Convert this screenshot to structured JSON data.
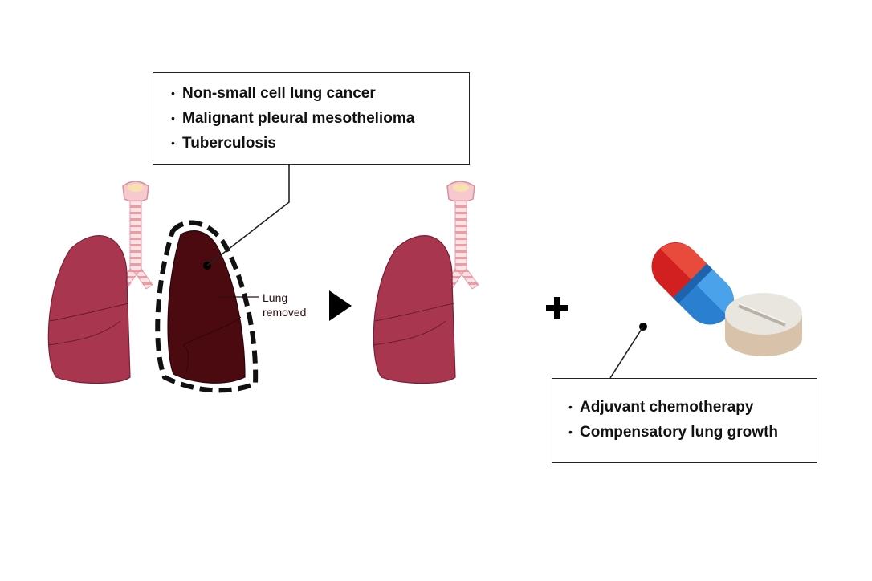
{
  "indications": {
    "items": [
      "Non-small cell lung cancer",
      "Malignant pleural mesothelioma",
      "Tuberculosis"
    ]
  },
  "resection_label": "Lung\nremoved",
  "postoperative": {
    "items": [
      "Adjuvant chemotherapy",
      "Compensatory lung growth"
    ]
  },
  "icons": {
    "arrow": "play-triangle-icon",
    "plus": "plus-icon",
    "capsule": "capsule-icon",
    "tablet": "tablet-icon"
  },
  "colors": {
    "lung": "#a8364f",
    "removed_lung": "#4a0a10",
    "trachea": "#f2b8bf",
    "capsule_red": "#d21f1f",
    "capsule_blue": "#2a7fd0",
    "tablet": "#e9e5df"
  }
}
